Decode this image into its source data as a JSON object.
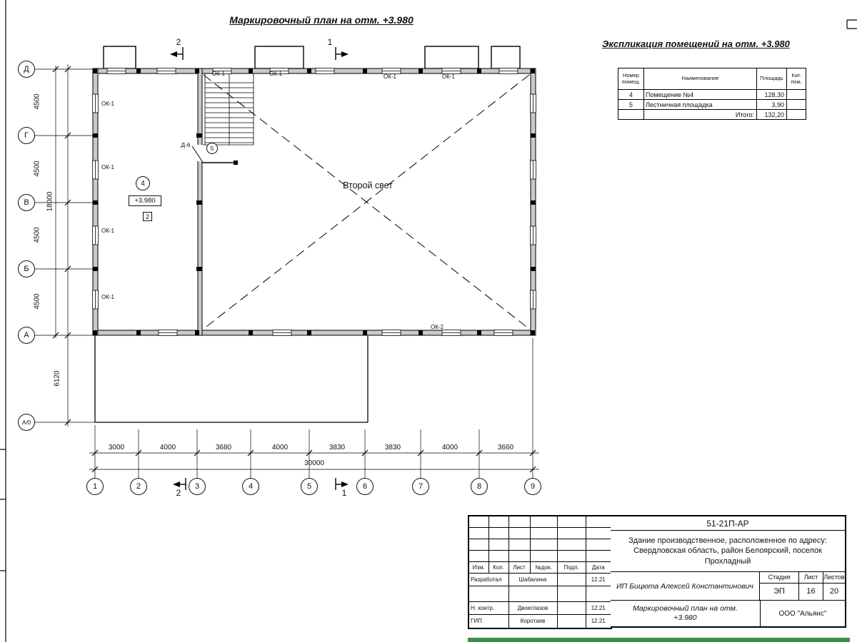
{
  "sheet": {
    "plan_title": "Маркировочный план на отм. +3.980",
    "green_bar_style": "background:#3f8f44",
    "green_bar_color": "#3f8f44"
  },
  "plan": {
    "second_light_label": "Второй свет",
    "elevation_label": "+3.980",
    "room4_number": "4",
    "room5_number": "5",
    "door_label": "Д-6",
    "window_ok1": "ОК-1",
    "window_ok2": "ОК-2",
    "zone_label": "2"
  },
  "axes": {
    "rows": [
      "Д",
      "Г",
      "В",
      "Б",
      "А",
      "А/0"
    ],
    "cols": [
      "1",
      "2",
      "3",
      "4",
      "5",
      "6",
      "7",
      "8",
      "9"
    ],
    "row_dims": [
      "4500",
      "4500",
      "4500",
      "4500"
    ],
    "row_total": "18000",
    "row_below": "6120",
    "col_dims": [
      "3000",
      "4000",
      "3680",
      "4000",
      "3830",
      "3830",
      "4000",
      "3660"
    ],
    "col_total": "30000"
  },
  "sections": {
    "s1": "1",
    "s2": "2"
  },
  "explication": {
    "title": "Экспликация помещений на отм. +3.980",
    "col_num": "Номер помещ.",
    "col_name": "Наименование",
    "col_area": "Площадь",
    "col_cat": "Кат. пом.",
    "rows": [
      {
        "num": "4",
        "name": "Помещение №4",
        "area": "128,30"
      },
      {
        "num": "5",
        "name": "Лестничная площадка",
        "area": "3,90"
      }
    ],
    "total_label": "Итого:",
    "total_value": "132,20"
  },
  "titleblock": {
    "doc_code": "51-21П-АР",
    "object_description": "Здание производственное, расположенное по адресу: Свердловская область, район Белоярский, поселок Прохладный",
    "hdr_izm": "Изм.",
    "hdr_kol": "Кол.",
    "hdr_list": "Лист",
    "hdr_doc": "№док.",
    "hdr_podp": "Подп.",
    "hdr_data": "Дата",
    "row_developed_role": "Разработал",
    "row_developed_name": "Шабалина",
    "row_developed_date": "12.21",
    "row_ncontr_role": "Н. контр.",
    "row_ncontr_name": "Двоеглазов",
    "row_ncontr_date": "12.21",
    "row_gip_role": "ГИП",
    "row_gip_name": "Коротаев",
    "row_gip_date": "12.21",
    "client": "ИП Бицюта Алексей Константинович",
    "stage_label": "Стадия",
    "stage_value": "ЭП",
    "sheet_label": "Лист",
    "sheet_value": "16",
    "sheets_label": "Листов",
    "sheets_value": "20",
    "drawing_title": "Маркировочный план на отм. +3.980",
    "company": "ООО \"Альянс\""
  }
}
